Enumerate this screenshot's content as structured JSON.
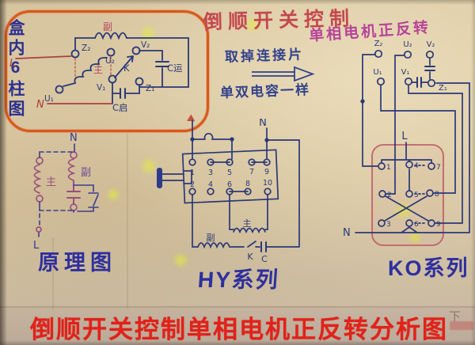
{
  "page": {
    "left_label": "盒内6柱图",
    "title_line1": "倒顺开关控制",
    "title_line2": "单相电机正反转",
    "note_top": "取掉连接片",
    "note_bottom": "单双电容一样",
    "bottom_title": "倒顺开关控制单相电机正反转分析图",
    "watermark_char": "下"
  },
  "box6": {
    "z2": "Z₂",
    "u2": "U₂",
    "v2": "V₂",
    "u1": "U₁",
    "v1": "V₁",
    "z1": "Z₁",
    "aux": "副",
    "main": "主",
    "k": "K",
    "cap_start": "C启",
    "cap_run": "C运",
    "line": "L",
    "neutral": "N"
  },
  "principle": {
    "caption": "原理图",
    "main": "主",
    "aux": "副",
    "line": "L",
    "neutral": "N"
  },
  "hy": {
    "caption": "HY系列",
    "top": [
      "1",
      "3",
      "5",
      "7",
      "9"
    ],
    "bottom": [
      "2",
      "4",
      "6",
      "8",
      "10"
    ],
    "neutral": "N",
    "main": "主",
    "aux": "副",
    "k": "K",
    "cap": "C"
  },
  "ko": {
    "caption": "KO系列",
    "z2": "Z₂",
    "u2": "U₂",
    "v2": "V₂",
    "u1": "U₁",
    "v1": "V₁",
    "z1": "Z₁",
    "line": "L",
    "neutral": "N",
    "rows": [
      [
        "1",
        "4",
        "7"
      ],
      [
        "2",
        "5",
        "8"
      ],
      [
        "3",
        "6",
        "9"
      ]
    ]
  },
  "colors": {
    "ink": "#2a3878",
    "red_marker": "#c4484f",
    "magenta": "#b84399",
    "orange_highlight": "#d9571c",
    "blue_label": "#2e2f9e",
    "purple_ink": "#9a4f7d",
    "banner_red": "#e32119"
  }
}
